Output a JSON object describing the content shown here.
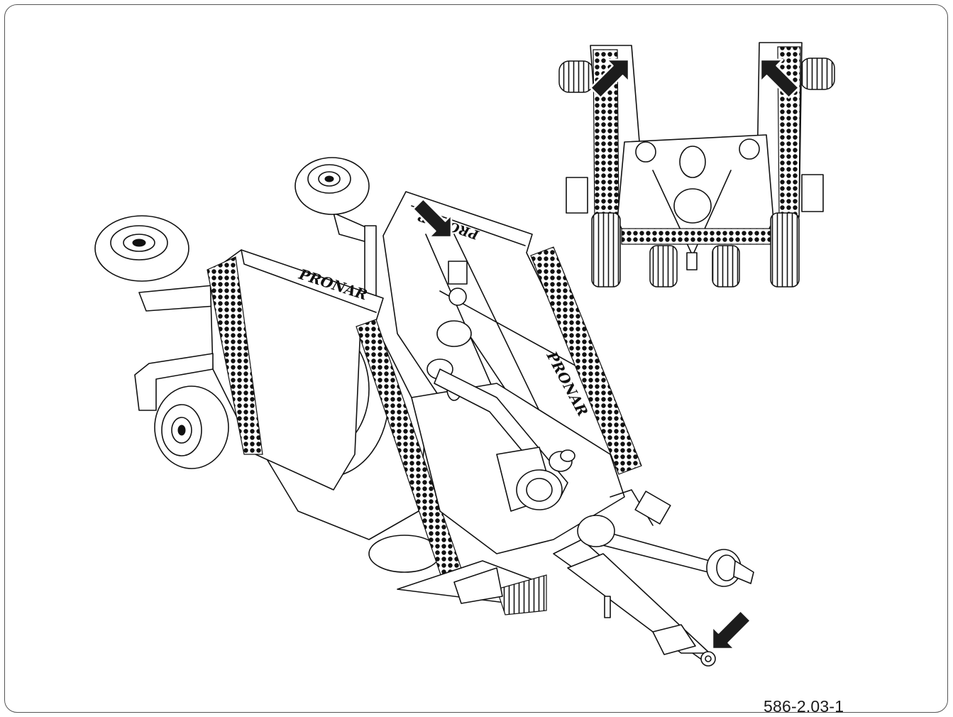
{
  "figure": {
    "code": "586-2.03-1",
    "brand_marking": "PRONAR"
  },
  "colors": {
    "line": "#111111",
    "arrow": "#1c1c1c",
    "background": "#ffffff"
  },
  "callouts": [
    "arrow-inset-left",
    "arrow-inset-right",
    "arrow-main-frame",
    "arrow-drawbar-eye"
  ]
}
